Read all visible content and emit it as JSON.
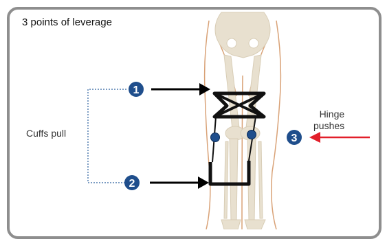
{
  "title": "3 points of leverage",
  "labels": {
    "cuffs": "Cuffs pull",
    "hinge_line1": "Hinge",
    "hinge_line2": "pushes"
  },
  "markers": [
    {
      "number": "1"
    },
    {
      "number": "2"
    },
    {
      "number": "3"
    }
  ],
  "colors": {
    "marker_fill": "#1f4e8c",
    "push_arrow": "#e21f2a",
    "pull_arrow": "#000000",
    "bone": "#e8e0cf",
    "skin_outline": "#d9a277",
    "dotted_bracket": "#2a5f9e",
    "frame": "#8e8e8e"
  }
}
